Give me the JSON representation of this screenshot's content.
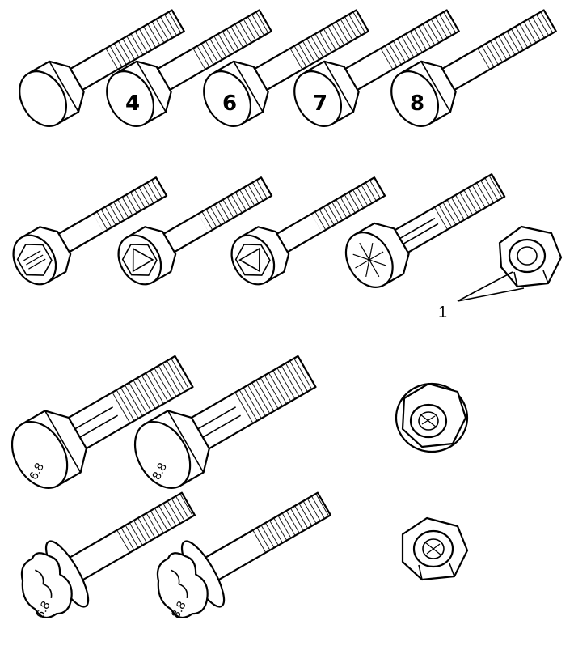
{
  "row1_bolts": [
    {
      "mark": ""
    },
    {
      "mark": "4"
    },
    {
      "mark": "6"
    },
    {
      "mark": "7"
    },
    {
      "mark": "8"
    }
  ],
  "row2_bolts": [
    "dash-pattern",
    "triangle-pattern",
    "triangle-pattern",
    "star-pattern"
  ],
  "callout": {
    "label": "1"
  },
  "grade_bolts": [
    {
      "grade": "6.8"
    },
    {
      "grade": "8.8"
    }
  ],
  "flange_bolts": [
    {
      "grade": "6.8"
    },
    {
      "grade": "8.8"
    }
  ],
  "icons": [
    "hex-bolt-icon",
    "hex-nut-icon",
    "flange-nut-icon",
    "torx-bolt-icon"
  ],
  "colors": {
    "ink": "#000000",
    "paper": "#ffffff"
  }
}
